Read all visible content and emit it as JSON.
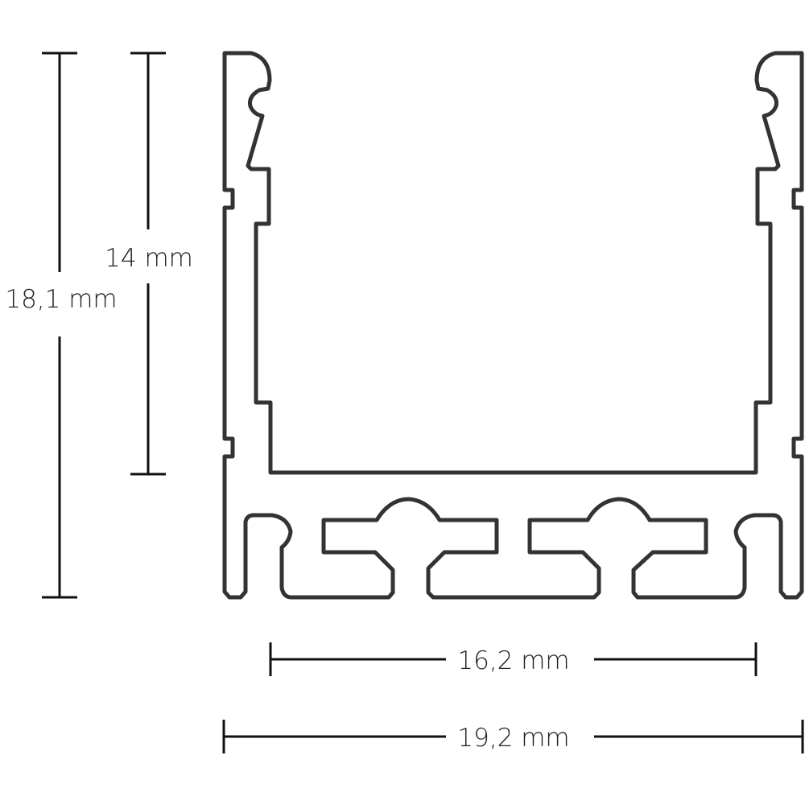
{
  "diagram": {
    "type": "technical-drawing",
    "subject": "U-shaped aluminium LED profile cross-section",
    "colors": {
      "outline": "#333333",
      "dimension_lines": "#111111",
      "background": "#ffffff"
    },
    "dimensions": {
      "overall_height": {
        "label": "18,1 mm",
        "orientation": "vertical"
      },
      "inner_height": {
        "label": "14 mm",
        "orientation": "vertical"
      },
      "inner_width": {
        "label": "16,2 mm",
        "orientation": "horizontal"
      },
      "overall_width": {
        "label": "19,2 mm",
        "orientation": "horizontal"
      }
    }
  }
}
